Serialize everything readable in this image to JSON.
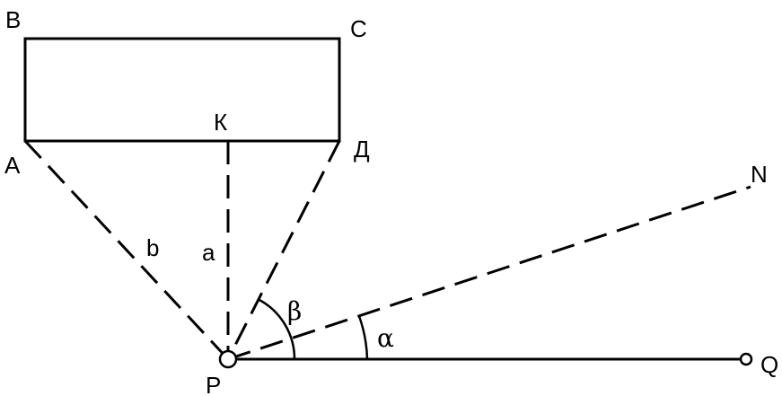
{
  "points": {
    "A": "A",
    "B": "B",
    "C": "C",
    "D": "Д",
    "K": "К",
    "N": "N",
    "P": "P",
    "Q": "Q"
  },
  "segments": {
    "a": "a",
    "b": "b"
  },
  "angles": {
    "alpha": "α",
    "beta": "β"
  },
  "colors": {
    "line": "#000000",
    "background": "#ffffff"
  }
}
